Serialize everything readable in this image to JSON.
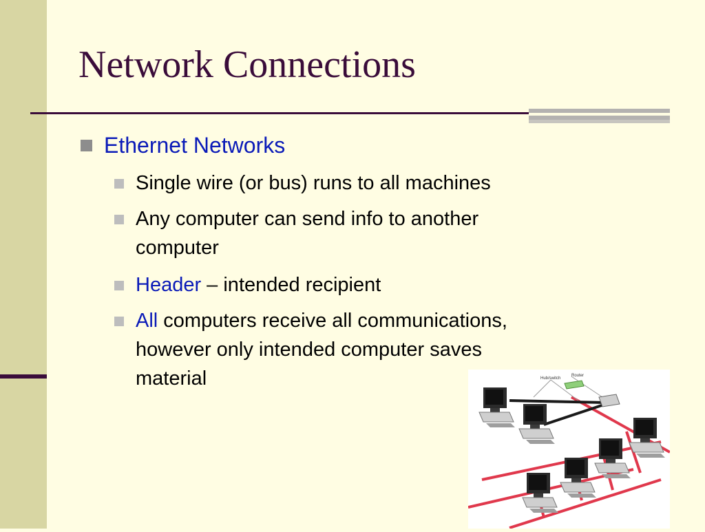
{
  "slide": {
    "title": "Network Connections",
    "heading": "Ethernet Networks",
    "bullets": [
      {
        "line1": "Single wire (or bus) runs to all machines"
      },
      {
        "line1": "Any computer can send info to another",
        "line2": "computer"
      },
      {
        "highlight": "Header",
        "rest": " – intended recipient"
      },
      {
        "highlight": "All",
        "rest": " computers receive all communications,",
        "line2": "however only intended computer saves",
        "line3": "material"
      }
    ],
    "diagram_labels": {
      "label1": "Hub/switch",
      "label2": "Router"
    }
  },
  "colors": {
    "background": "#fffde3",
    "left_band": "#d8d6a3",
    "title": "#3a0c3a",
    "accent_blue": "#0a1ab8",
    "bus_cable": "#e0384c"
  }
}
